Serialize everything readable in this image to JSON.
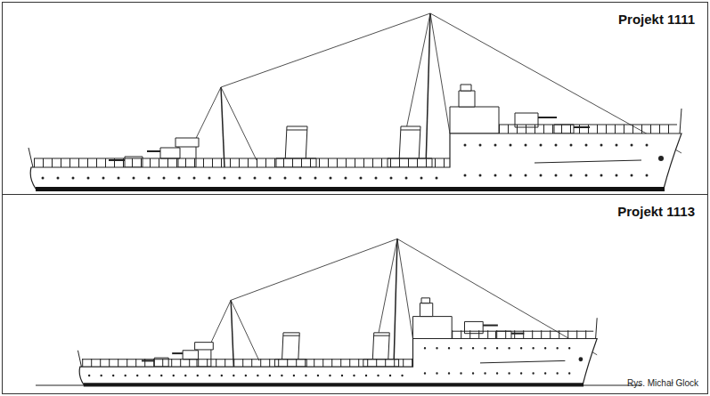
{
  "diagram": {
    "nodes": [
      {
        "text": [
          "Projekt 1111"
        ]
      },
      {
        "text": [
          "Projekt 1113"
        ]
      }
    ],
    "labels": [
      "Rys. Michał Glock"
    ]
  }
}
